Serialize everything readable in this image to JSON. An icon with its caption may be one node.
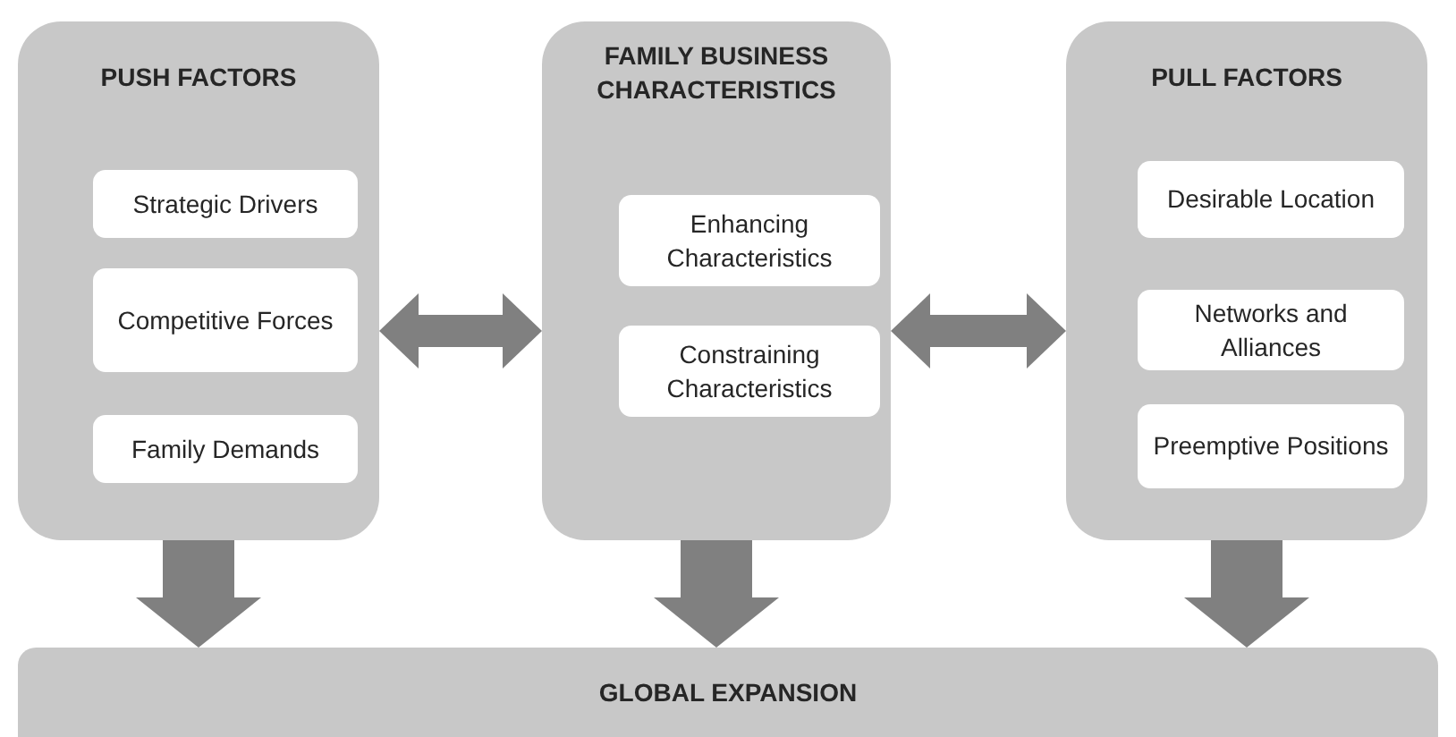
{
  "diagram": {
    "nodes": [
      {
        "text": [
          "PUSH FACTORS"
        ]
      },
      {
        "text": [
          "Strategic Drivers"
        ],
        "in": 0
      },
      {
        "text": [
          "Competitive Forces"
        ],
        "in": 0
      },
      {
        "text": [
          "Family Demands"
        ],
        "in": 0
      },
      {
        "text": [
          "FAMILY BUSINESS CHARACTERISTICS"
        ]
      },
      {
        "text": [
          "Enhancing Characteristics"
        ],
        "in": 4
      },
      {
        "text": [
          "Constraining Characteristics"
        ],
        "in": 4
      },
      {
        "text": [
          "PULL FACTORS"
        ]
      },
      {
        "text": [
          "Desirable Location"
        ],
        "in": 7
      },
      {
        "text": [
          "Networks and Alliances"
        ],
        "in": 7
      },
      {
        "text": [
          "Preemptive Positions"
        ],
        "in": 7
      },
      {
        "text": [
          "GLOBAL EXPANSION"
        ]
      }
    ],
    "edges": [
      {
        "from": 0,
        "to": 4,
        "arrow": "both"
      },
      {
        "from": 4,
        "to": 7,
        "arrow": "both"
      },
      {
        "from": 0,
        "to": 11,
        "arrow": "to"
      },
      {
        "from": 4,
        "to": 11,
        "arrow": "to"
      },
      {
        "from": 7,
        "to": 11,
        "arrow": "to"
      }
    ]
  }
}
